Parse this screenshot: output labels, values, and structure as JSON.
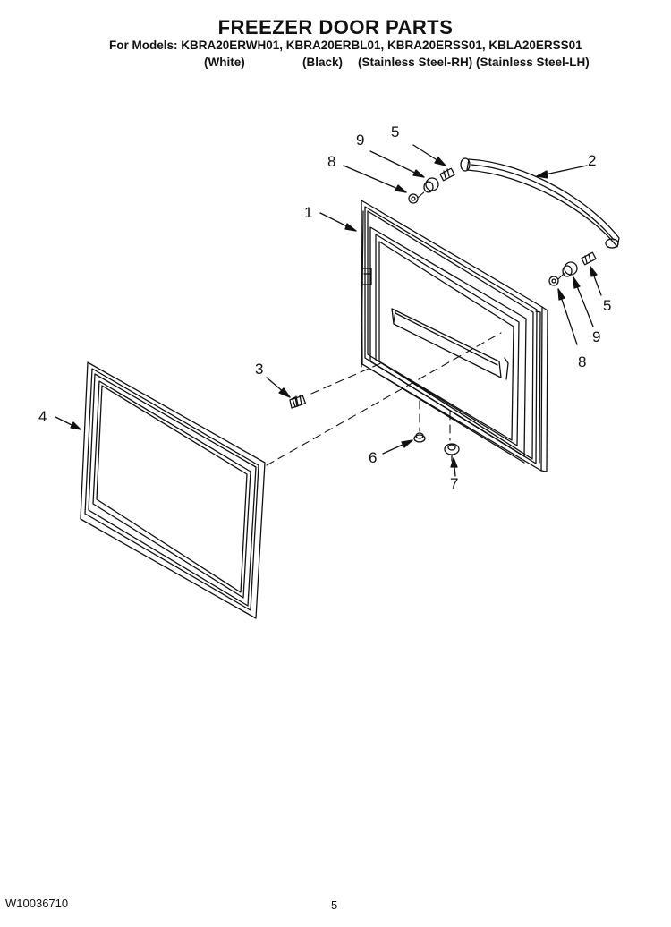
{
  "header": {
    "title": "FREEZER DOOR PARTS",
    "models_line": "For Models: KBRA20ERWH01, KBRA20ERBL01, KBRA20ERSS01, KBLA20ERSS01",
    "variants": [
      "(White)",
      "(Black)",
      "(Stainless Steel-RH)",
      "(Stainless Steel-LH)"
    ]
  },
  "callouts": [
    "1",
    "2",
    "3",
    "4",
    "5",
    "5",
    "6",
    "7",
    "8",
    "8",
    "9",
    "9"
  ],
  "footer": {
    "doc_number": "W10036710",
    "page": "5"
  },
  "colors": {
    "line": "#111111",
    "background": "#ffffff"
  }
}
